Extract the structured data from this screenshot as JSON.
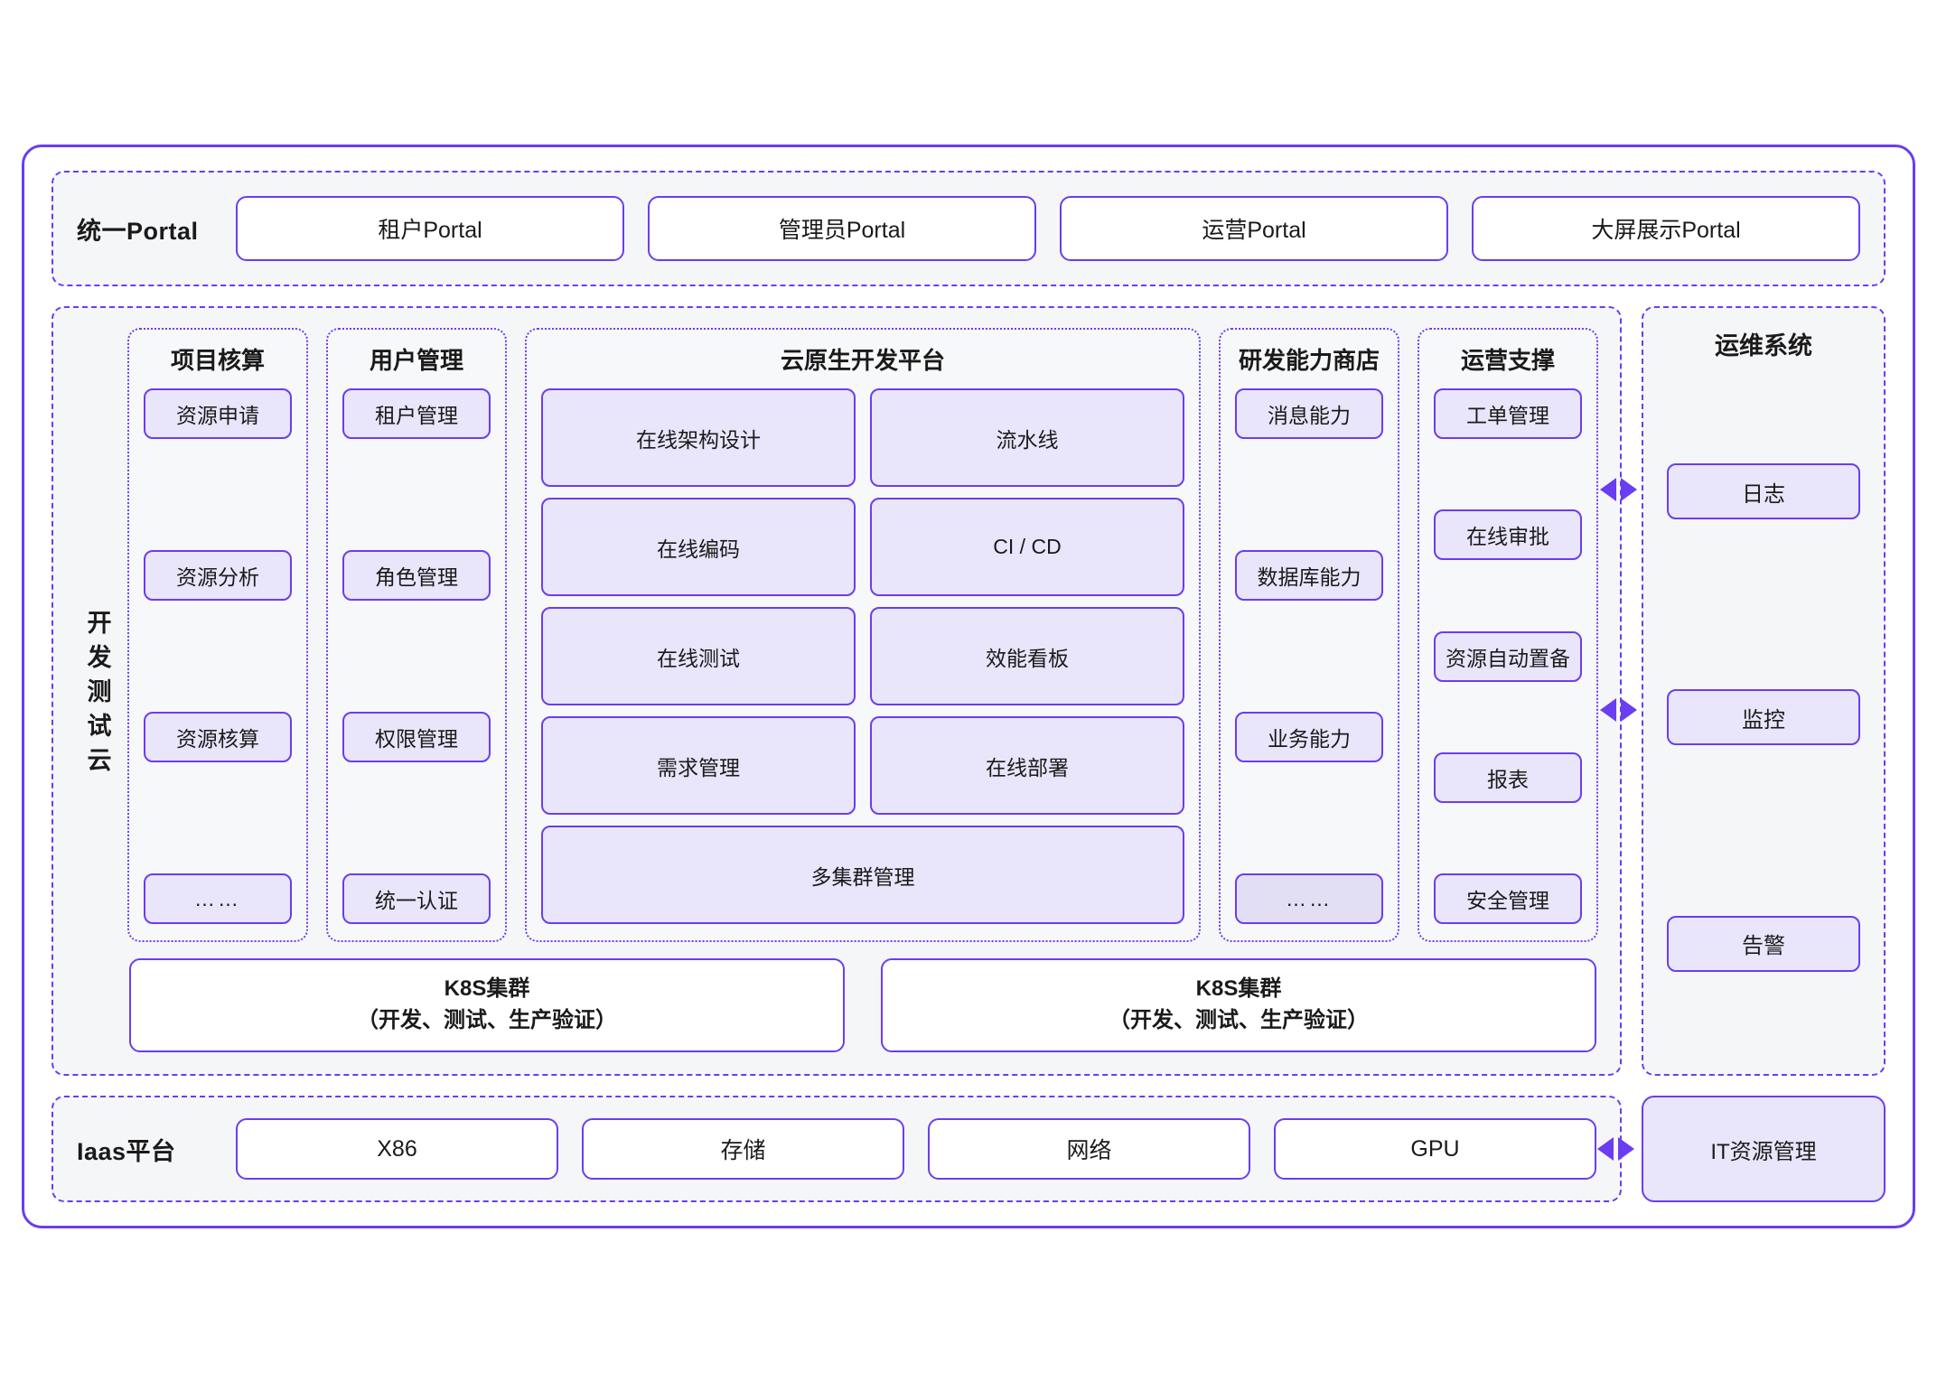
{
  "colors": {
    "accent": "#6b3df0",
    "chip_fill": "#e9e5fb",
    "chip_fill_dim": "#e2dff4",
    "band_fill": "#f5f6f8",
    "page_bg": "#ffffff"
  },
  "portal": {
    "label": "统一Portal",
    "buttons": [
      {
        "label": "租户Portal"
      },
      {
        "label": "管理员Portal"
      },
      {
        "label": "运营Portal"
      },
      {
        "label": "大屏展示Portal"
      }
    ]
  },
  "devtest": {
    "label": "开发测试云",
    "columns": [
      {
        "title": "项目核算",
        "layout": "single",
        "items": [
          {
            "label": "资源申请"
          },
          {
            "label": "资源分析"
          },
          {
            "label": "资源核算"
          },
          {
            "label": "……"
          }
        ]
      },
      {
        "title": "用户管理",
        "layout": "single",
        "items": [
          {
            "label": "租户管理"
          },
          {
            "label": "角色管理"
          },
          {
            "label": "权限管理"
          },
          {
            "label": "统一认证"
          }
        ]
      },
      {
        "title": "云原生开发平台",
        "layout": "grid2",
        "items": [
          {
            "label": "在线架构设计"
          },
          {
            "label": "流水线"
          },
          {
            "label": "在线编码"
          },
          {
            "label": "CI / CD"
          },
          {
            "label": "在线测试"
          },
          {
            "label": "效能看板"
          },
          {
            "label": "需求管理"
          },
          {
            "label": "在线部署"
          },
          {
            "label": "多集群管理",
            "wide": true
          }
        ]
      },
      {
        "title": "研发能力商店",
        "layout": "single",
        "items": [
          {
            "label": "消息能力"
          },
          {
            "label": "数据库能力"
          },
          {
            "label": "业务能力"
          },
          {
            "label": "……",
            "dim": true
          }
        ]
      },
      {
        "title": "运营支撑",
        "layout": "single",
        "items": [
          {
            "label": "工单管理"
          },
          {
            "label": "在线审批"
          },
          {
            "label": "资源自动置备"
          },
          {
            "label": "报表"
          },
          {
            "label": "安全管理"
          }
        ]
      }
    ],
    "k8s_clusters": [
      {
        "line1": "K8S集群",
        "line2": "（开发、测试、生产验证）"
      },
      {
        "line1": "K8S集群",
        "line2": "（开发、测试、生产验证）"
      }
    ]
  },
  "ops_system": {
    "title": "运维系统",
    "items": [
      {
        "label": "日志"
      },
      {
        "label": "监控"
      },
      {
        "label": "告警"
      }
    ]
  },
  "iaas": {
    "label": "Iaas平台",
    "buttons": [
      {
        "label": "X86"
      },
      {
        "label": "存储"
      },
      {
        "label": "网络"
      },
      {
        "label": "GPU"
      }
    ],
    "it_resource": {
      "label": "IT资源管理"
    }
  }
}
